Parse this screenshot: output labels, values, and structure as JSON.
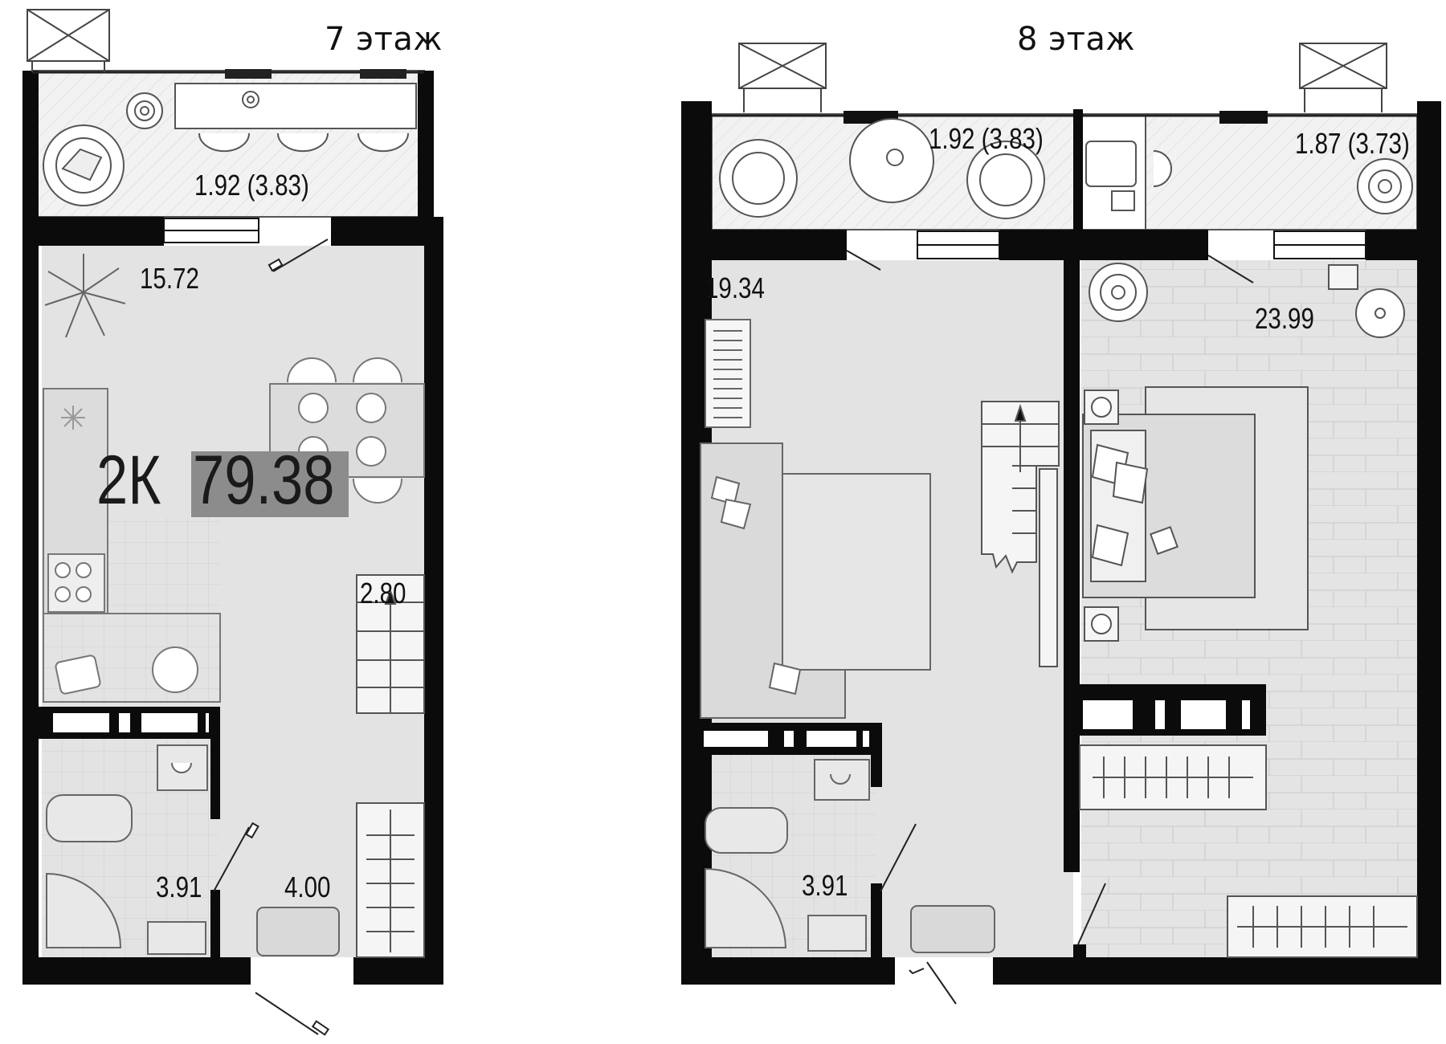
{
  "floors": [
    {
      "label": "7 этаж"
    },
    {
      "label": "8 этаж"
    }
  ],
  "unit": {
    "type": "2К",
    "area": "79.38"
  },
  "areas": {
    "f7_balcony": "1.92 (3.83)",
    "f7_living": "15.72",
    "f7_stair": "2.80",
    "f7_bath": "3.91",
    "f7_hall": "4.00",
    "f8_balcony_left": "1.92 (3.83)",
    "f8_balcony_right": "1.87 (3.73)",
    "f8_living": "19.34",
    "f8_bedroom": "23.99",
    "f8_bath": "3.91"
  },
  "colors": {
    "wall": "#0b0b0b",
    "floor": "#e3e3e3",
    "balcony": "#f1f1f1",
    "furniture": "#d6d6d6",
    "badge": "#8c8c8c"
  }
}
